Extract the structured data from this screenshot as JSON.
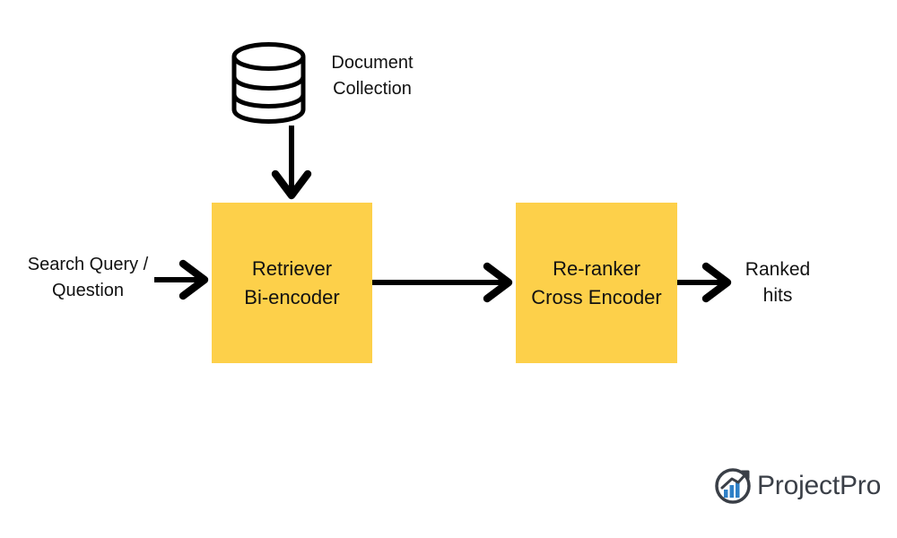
{
  "document_collection": {
    "lines": [
      "Document",
      "Collection"
    ]
  },
  "search_query": {
    "lines": [
      "Search Query /",
      "Question"
    ]
  },
  "retriever": {
    "lines": [
      "Retriever",
      "Bi-encoder"
    ]
  },
  "reranker": {
    "lines": [
      "Re-ranker",
      "Cross Encoder"
    ]
  },
  "ranked_hits": {
    "lines": [
      "Ranked",
      "hits"
    ]
  },
  "logo": {
    "text": "ProjectPro"
  },
  "colors": {
    "box_fill": "#fdd04a",
    "arrow": "#000000",
    "logo_blue": "#2f80c7",
    "logo_gray": "#3a3f47"
  }
}
